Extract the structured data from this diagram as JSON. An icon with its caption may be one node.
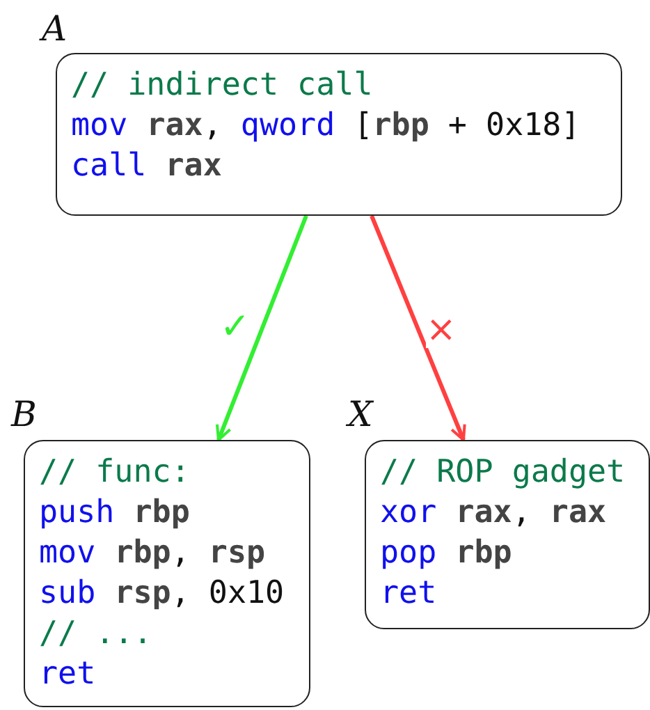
{
  "diagram": {
    "nodes": [
      {
        "text": [
          "A",
          "// indirect call",
          "mov **rax**, qword [**rbp** + 0x18]",
          "call **rax**"
        ]
      },
      {
        "text": [
          "B",
          "// func:",
          "push **rbp**",
          "mov **rbp**, **rsp**",
          "sub **rsp**, 0x10",
          "// ...",
          "ret"
        ]
      },
      {
        "text": [
          "X",
          "// ROP gadget",
          "xor **rax**, **rax**",
          "pop **rbp**",
          "ret"
        ]
      }
    ],
    "edges": [
      {
        "from": 0,
        "to": 1,
        "arrow": "to",
        "label": "✓",
        "color": "#33ee33"
      },
      {
        "from": 0,
        "to": 2,
        "arrow": "to",
        "label": "×",
        "color": "#ff4040"
      }
    ]
  }
}
